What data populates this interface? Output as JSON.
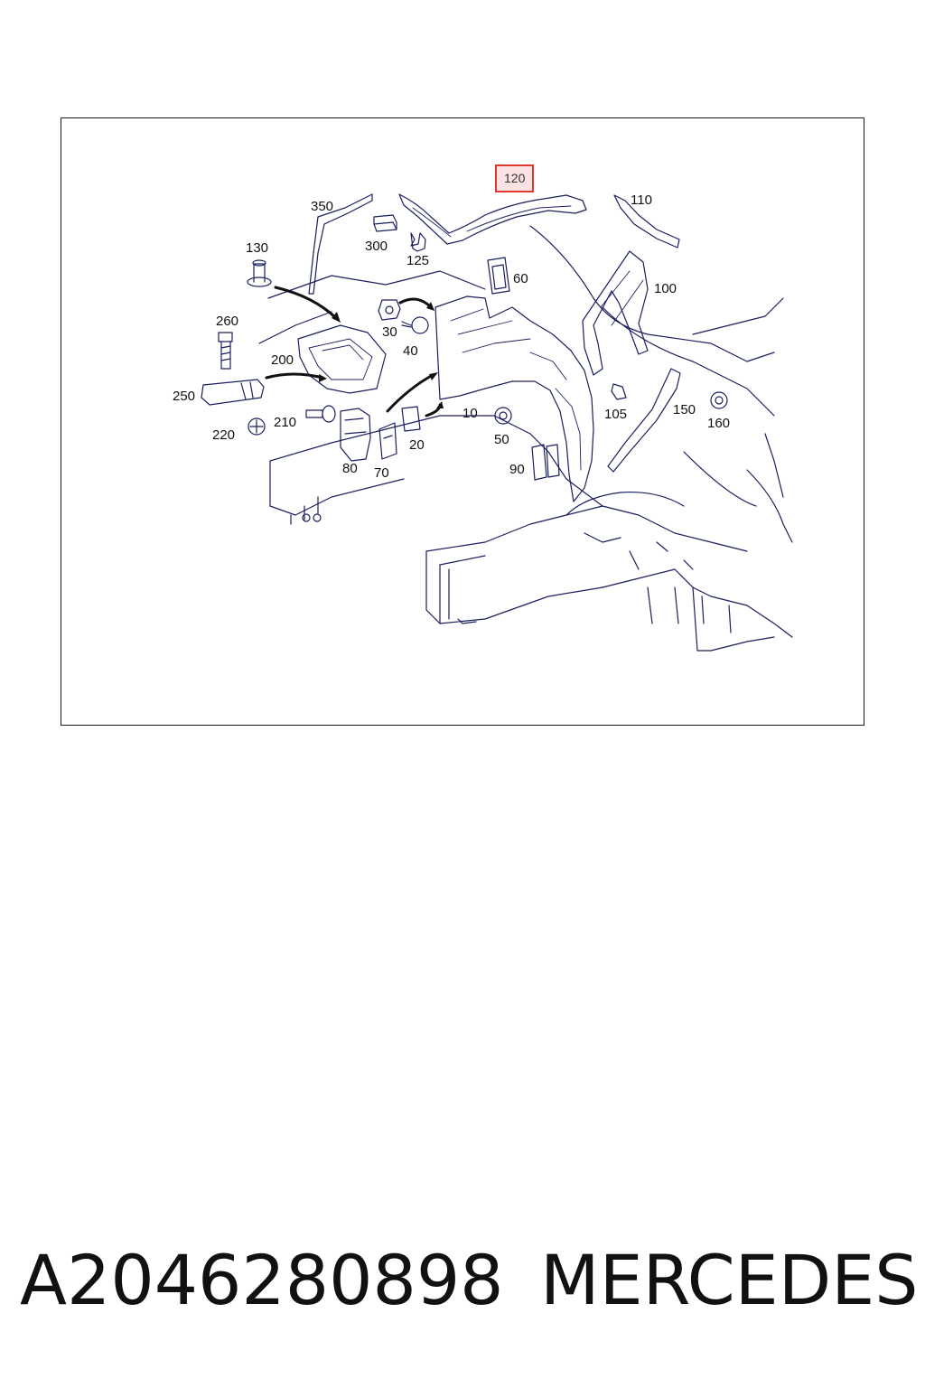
{
  "diagram": {
    "highlighted_part": "120",
    "labels": {
      "p350": "350",
      "p300": "300",
      "p125": "125",
      "p120": "120",
      "p110": "110",
      "p130": "130",
      "p60": "60",
      "p100": "100",
      "p260": "260",
      "p30": "30",
      "p40": "40",
      "p200": "200",
      "p250": "250",
      "p10": "10",
      "p105": "105",
      "p150": "150",
      "p160": "160",
      "p210": "210",
      "p220": "220",
      "p50": "50",
      "p20": "20",
      "p80": "80",
      "p70": "70",
      "p90": "90"
    },
    "colors": {
      "line": "#1b1f5e",
      "highlight_border": "#e0392f",
      "highlight_fill": "#fbe3e3"
    }
  },
  "caption": {
    "part_number": "A2046280898",
    "brand": "MERCEDES"
  }
}
